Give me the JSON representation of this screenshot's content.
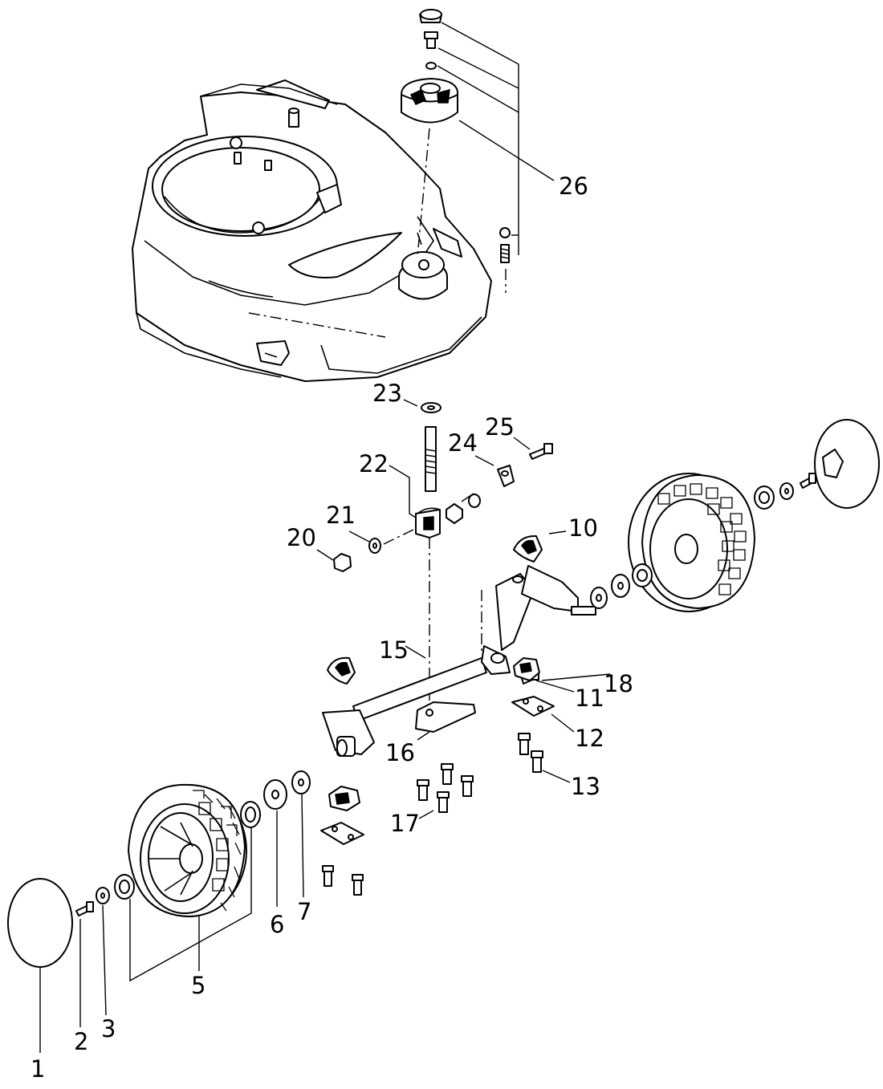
{
  "labels": {
    "l1": "1",
    "l2": "2",
    "l3": "3",
    "l5": "5",
    "l6": "6",
    "l7": "7",
    "l10": "10",
    "l11": "11",
    "l12": "12",
    "l13": "13",
    "l15": "15",
    "l16": "16",
    "l17": "17",
    "l18": "18",
    "l20": "20",
    "l21": "21",
    "l22": "22",
    "l23": "23",
    "l24": "24",
    "l25": "25",
    "l26": "26"
  }
}
